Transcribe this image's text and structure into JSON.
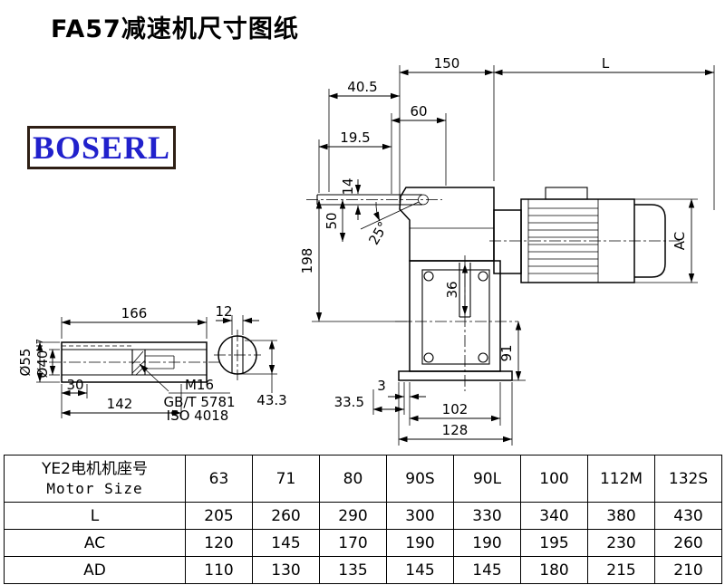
{
  "header": {
    "title": "FA57减速机尺寸图纸",
    "logo_text": "BOSERL"
  },
  "drawing": {
    "dims": {
      "d150": "150",
      "dL": "L",
      "d40p5": "40.5",
      "d60": "60",
      "d19p5": "19.5",
      "d14": "14",
      "d50": "50",
      "ang25": "25°",
      "d198": "198",
      "dAC": "AC",
      "d36": "36",
      "d91": "91",
      "d3": "3",
      "d33p5": "33.5",
      "d102": "102",
      "d128": "128",
      "d166": "166",
      "d12": "12",
      "d30": "30",
      "d142": "142",
      "d43p3": "43.3",
      "dia55": "Ø55",
      "dia40": "Ø40",
      "dia40sup": "H7",
      "m16": "M16",
      "gb": "GB/T 5781",
      "iso": "ISO 4018"
    }
  },
  "table": {
    "header": {
      "line1": "YE2电机机座号",
      "line2": "Motor Size"
    },
    "columns": [
      "63",
      "71",
      "80",
      "90S",
      "90L",
      "100",
      "112M",
      "132S"
    ],
    "rows": [
      {
        "label": "L",
        "values": [
          "205",
          "260",
          "290",
          "300",
          "330",
          "340",
          "380",
          "430"
        ]
      },
      {
        "label": "AC",
        "values": [
          "120",
          "145",
          "170",
          "190",
          "190",
          "195",
          "230",
          "260"
        ]
      },
      {
        "label": "AD",
        "values": [
          "110",
          "130",
          "135",
          "145",
          "145",
          "180",
          "215",
          "210"
        ]
      }
    ]
  }
}
